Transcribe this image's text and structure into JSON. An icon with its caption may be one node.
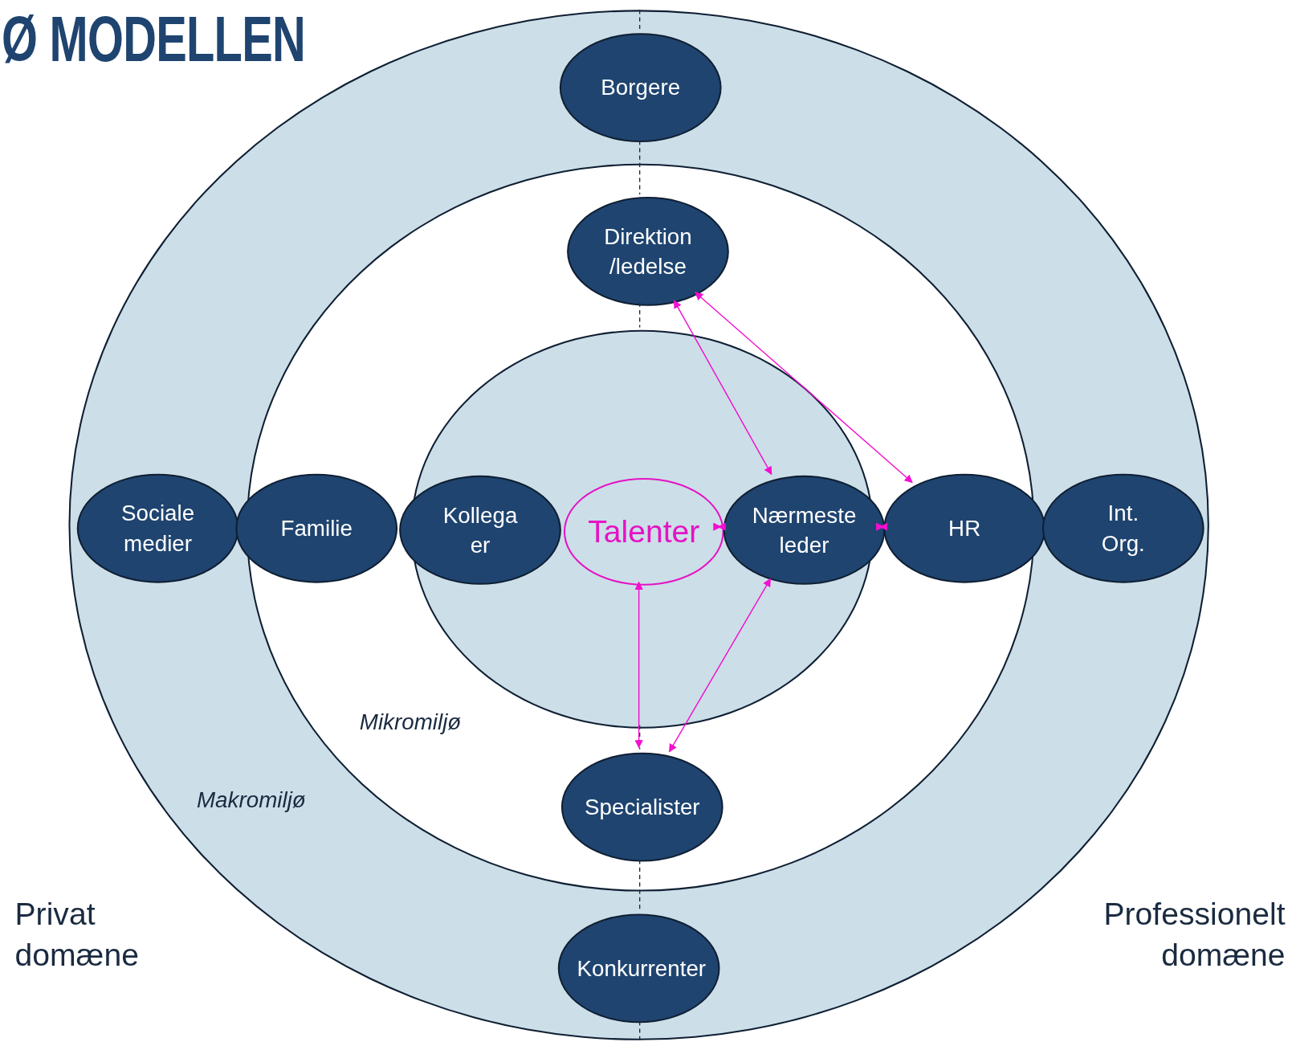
{
  "diagram": {
    "title": "Ø MODELLEN",
    "nodes": [
      {
        "text": [],
        "shape": "ellipse"
      },
      {
        "text": [],
        "shape": "ellipse",
        "in": 0
      },
      {
        "text": [],
        "shape": "ellipse",
        "in": 1
      },
      {
        "text": [
          "Borgere"
        ],
        "in": 0
      },
      {
        "text": [
          "Direktion /ledelse"
        ],
        "in": 1
      },
      {
        "text": [
          "Sociale medier"
        ],
        "in": 0
      },
      {
        "text": [
          "Familie"
        ],
        "in": 0
      },
      {
        "text": [
          "Kollega er"
        ],
        "in": 1
      },
      {
        "text": [
          "Talenter"
        ],
        "in": 2
      },
      {
        "text": [
          "Nærmeste leder"
        ],
        "in": 1
      },
      {
        "text": [
          "HR"
        ],
        "in": 0
      },
      {
        "text": [
          "Int. Org."
        ],
        "in": 0
      },
      {
        "text": [
          "Specialister"
        ],
        "in": 1
      },
      {
        "text": [
          "Konkurrenter"
        ],
        "in": 0
      }
    ],
    "edges": [
      {
        "from": 4,
        "to": 9,
        "arrow": "both"
      },
      {
        "from": 4,
        "to": 10,
        "arrow": "both"
      },
      {
        "from": 9,
        "to": 10,
        "arrow": "both"
      },
      {
        "from": 8,
        "to": 9,
        "arrow": "both"
      },
      {
        "from": 8,
        "to": 12,
        "arrow": "both"
      },
      {
        "from": 9,
        "to": 12,
        "arrow": "both"
      }
    ],
    "labels": [
      "Mikromiljø",
      "Makromiljø",
      "Privat domæne",
      "Professionelt domæne"
    ]
  }
}
